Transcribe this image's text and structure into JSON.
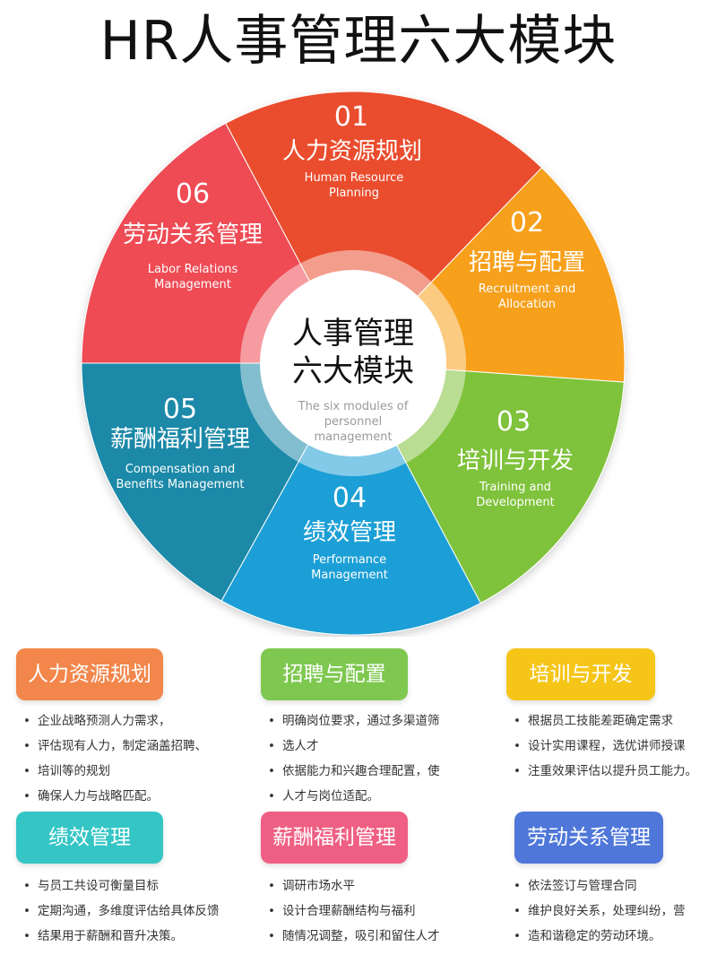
{
  "title": "HR人事管理六大模块",
  "center": {
    "cn_line1": "人事管理",
    "cn_line2": "六大模块",
    "en_line1": "The six modules of",
    "en_line2": "personnel",
    "en_line3": "management"
  },
  "segments": [
    {
      "num": "01",
      "cn": "人力资源规划",
      "en1": "Human Resource",
      "en2": "Planning",
      "color": "#ea4e2f"
    },
    {
      "num": "02",
      "cn": "招聘与配置",
      "en1": "Recruitment and",
      "en2": "Allocation",
      "color": "#f7a01e"
    },
    {
      "num": "03",
      "cn": "培训与开发",
      "en1": "Training and",
      "en2": "Development",
      "color": "#7fc23a"
    },
    {
      "num": "04",
      "cn": "绩效管理",
      "en1": "Performance",
      "en2": "Management",
      "color": "#1e9fd6"
    },
    {
      "num": "05",
      "cn": "薪酬福利管理",
      "en1": "Compensation and",
      "en2": "Benefits Management",
      "color": "#1a89a8"
    },
    {
      "num": "06",
      "cn": "劳动关系管理",
      "en1": "Labor Relations",
      "en2": "Management",
      "color": "#ee4b54"
    }
  ],
  "modules": [
    {
      "tag": "人力资源规划",
      "color": "#f3864a",
      "items": [
        "企业战略预测人力需求，",
        "评估现有人力，制定涵盖招聘、",
        "培训等的规划",
        "确保人力与战略匹配。"
      ]
    },
    {
      "tag": "招聘与配置",
      "color": "#7ec850",
      "items": [
        "明确岗位要求，通过多渠道筛",
        "选人才",
        "依据能力和兴趣合理配置，使",
        "人才与岗位适配。"
      ]
    },
    {
      "tag": "培训与开发",
      "color": "#f5c518",
      "items": [
        "根据员工技能差距确定需求",
        "设计实用课程，选优讲师授课",
        "注重效果评估以提升员工能力。"
      ]
    },
    {
      "tag": "绩效管理",
      "color": "#35c5c5",
      "items": [
        "与员工共设可衡量目标",
        "定期沟通，多维度评估给具体反馈",
        "结果用于薪酬和晋升决策。"
      ]
    },
    {
      "tag": "薪酬福利管理",
      "color": "#ef5f83",
      "items": [
        "调研市场水平",
        "设计合理薪酬结构与福利",
        "随情况调整，吸引和留住人才"
      ]
    },
    {
      "tag": "劳动关系管理",
      "color": "#4f77d9",
      "items": [
        "依法签订与管理合同",
        "维护良好关系，处理纠纷，营",
        "造和谐稳定的劳动环境。"
      ]
    }
  ]
}
